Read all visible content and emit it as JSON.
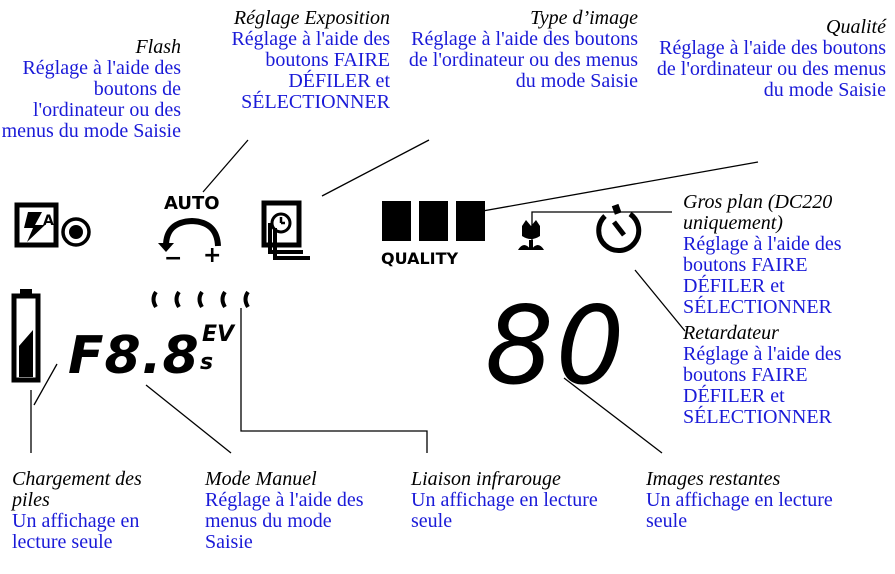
{
  "colors": {
    "title": "#000000",
    "description": "#1a1ad8",
    "lcd": "#000000"
  },
  "callouts": {
    "flash": {
      "title": "Flash",
      "desc": "Réglage à l'aide des boutons de l'ordinateur ou des menus du mode Saisie"
    },
    "exposure": {
      "title": "Réglage Exposition",
      "desc": "Réglage à l'aide des boutons FAIRE DÉFILER et SÉLECTIONNER"
    },
    "imagetype": {
      "title": "Type d’image",
      "desc": "Réglage à l'aide des boutons de l'ordinateur ou des menus du mode Saisie"
    },
    "quality": {
      "title": "Qualité",
      "desc": "Réglage à l'aide des boutons de l'ordinateur ou des menus du mode Saisie"
    },
    "closeup": {
      "title": "Gros plan (DC220 uniquement)",
      "desc": "Réglage à l'aide des boutons FAIRE DÉFILER et SÉLECTIONNER"
    },
    "timer": {
      "title": "Retardateur",
      "desc": "Réglage à l'aide des boutons FAIRE DÉFILER et SÉLECTIONNER"
    },
    "battery": {
      "title": "Chargement des piles",
      "desc": "Un affichage en lecture seule"
    },
    "manual": {
      "title": "Mode Manuel",
      "desc": "Réglage à l'aide des menus du mode Saisie"
    },
    "infrared": {
      "title": "Liaison infrarouge",
      "desc": "Un affichage en lecture seule"
    },
    "remaining": {
      "title": "Images restantes",
      "desc": "Un affichage en lecture seule"
    }
  },
  "lcd": {
    "exposure_auto": "AUTO",
    "exposure_minus": "−",
    "exposure_plus": "+",
    "quality_label": "QUALITY",
    "aperture": "F8.8",
    "ev_label": "EV",
    "s_label": "s",
    "remaining_count": "80",
    "icons": [
      "flash-auto-icon",
      "red-eye-icon",
      "exposure-dial-icon",
      "image-type-icon",
      "quality-bars-icon",
      "macro-flower-icon",
      "self-timer-icon",
      "battery-icon",
      "infrared-link-icon"
    ]
  }
}
